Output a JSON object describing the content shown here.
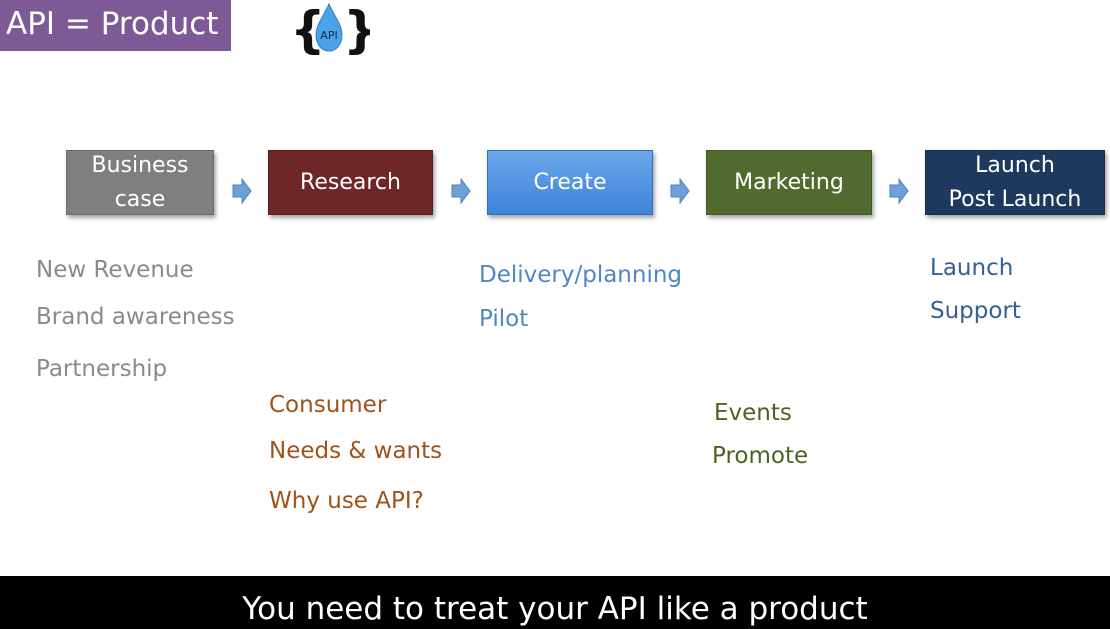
{
  "title": "API = Product",
  "logo": {
    "text": "API",
    "icon": "api-droplet-braces-icon"
  },
  "steps": [
    {
      "label": "Business\ncase",
      "color": "#7f7f7f"
    },
    {
      "label": "Research",
      "color": "#6e2626"
    },
    {
      "label": "Create",
      "color": "#4a8fdc"
    },
    {
      "label": "Marketing",
      "color": "#516b2f"
    },
    {
      "label": "Launch\nPost Launch",
      "color": "#1d3a5e"
    }
  ],
  "arrow_color": "#6f9fd8",
  "business_case_items": [
    "New Revenue",
    "Brand awareness",
    "Partnership"
  ],
  "research_items": [
    "Consumer",
    "Needs & wants",
    "Why use API?"
  ],
  "create_items": [
    "Delivery/planning",
    "Pilot"
  ],
  "marketing_items": [
    "Events",
    "Promote"
  ],
  "launch_items": [
    "Launch",
    "Support"
  ],
  "caption": "You need to treat your API like a product"
}
